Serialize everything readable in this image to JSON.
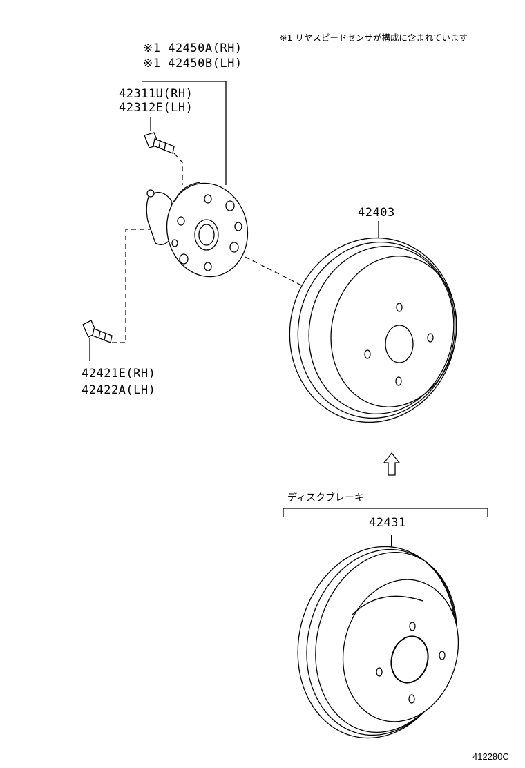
{
  "note": "※1 リヤスピードセンサが構成に含まれています",
  "figure_code": "412280C",
  "parts": {
    "hub_a": "※1 42450A(RH)",
    "hub_b": "※1 42450B(LH)",
    "stud_a": "42311U(RH)",
    "stud_b": "42312E(LH)",
    "bolt_a": "42421E(RH)",
    "bolt_b": "42422A(LH)",
    "drum": "42403",
    "disc_group": "ディスクブレーキ",
    "disc": "42431"
  }
}
